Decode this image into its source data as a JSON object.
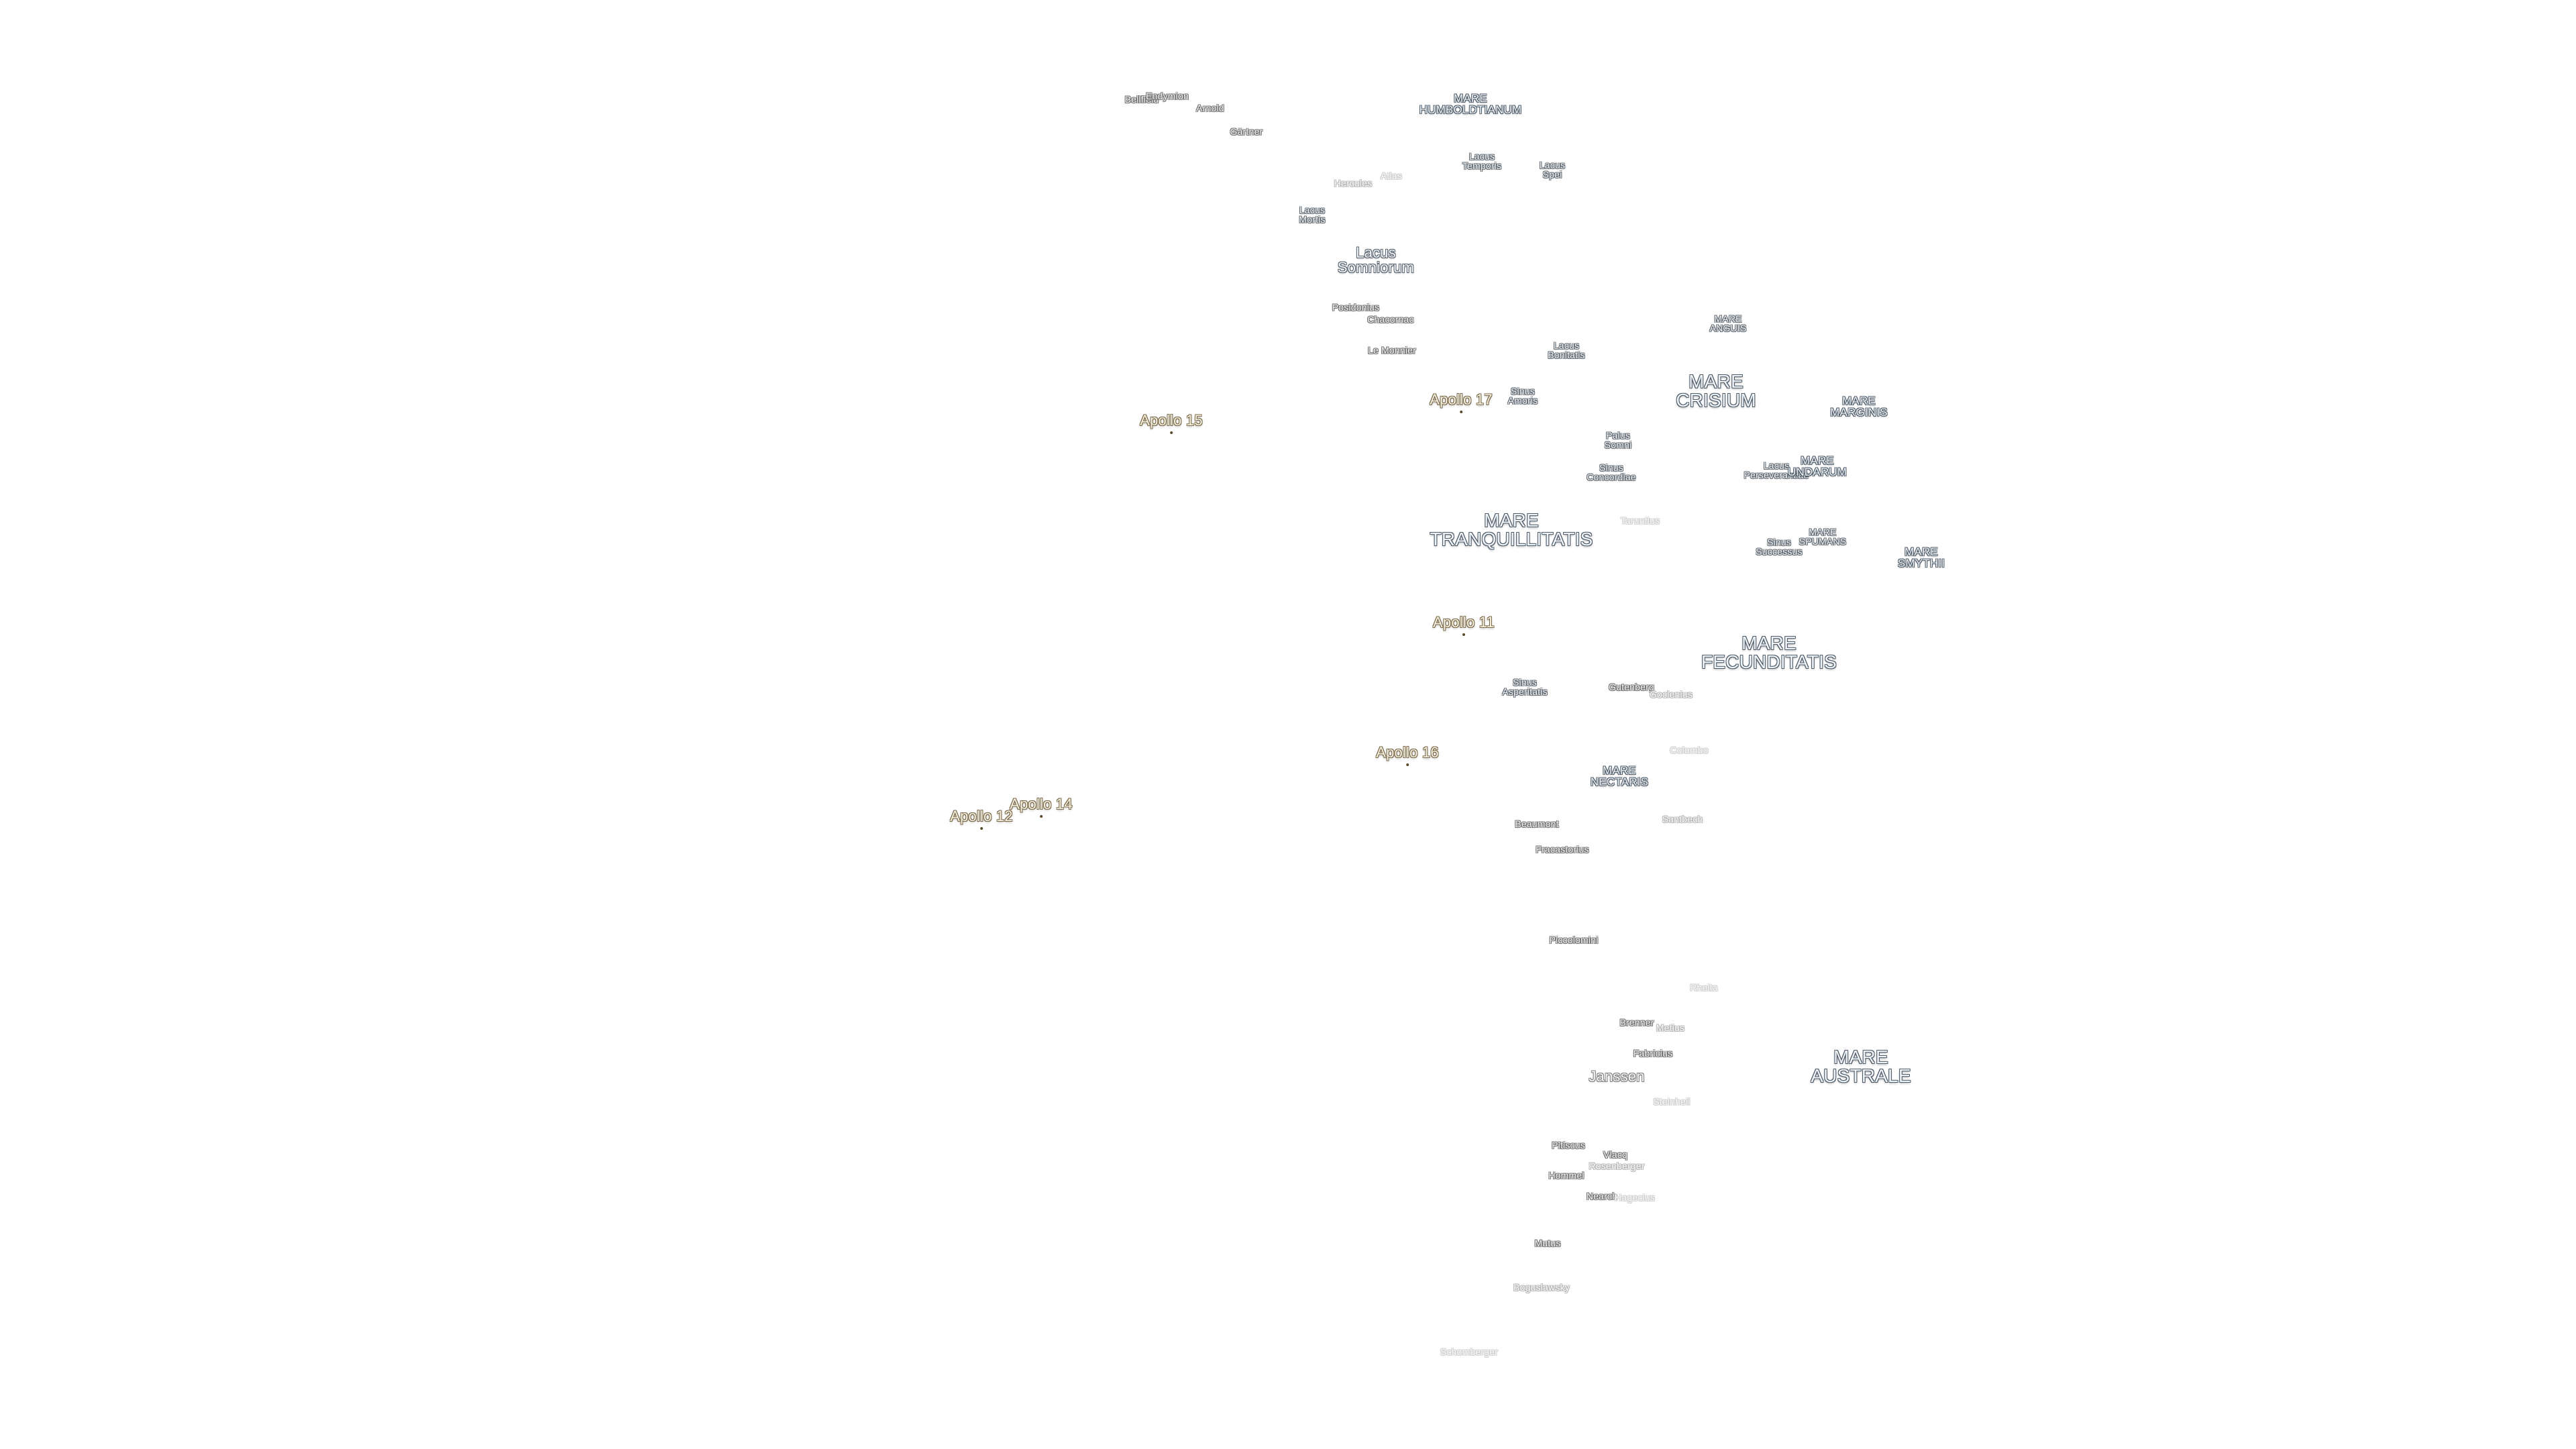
{
  "map": {
    "labels": {
      "mare_humboldtianum": "MARE\nHUMBOLDTIANUM",
      "bellfield": "Bellfield",
      "endymion": "Endymion",
      "arnold": "Arnold",
      "gartner": "Gärtner",
      "lacus_temporis": "Lacus\nTemporis",
      "lacus_spei": "Lacus\nSpei",
      "hercules": "Hercules",
      "atlas": "Atlas",
      "lacus_mortis": "Lacus\nMortis",
      "lacus_somniorum": "Lacus\nSomniorum",
      "posidonius": "Posidonius",
      "chacornac": "Chacornac",
      "le_monnier": "Le Monnier",
      "mare_anguis": "MARE\nANGUIS",
      "lacus_bonitatis": "Lacus\nBonitatis",
      "mare_crisium": "MARE\nCRISIUM",
      "sinus_amoris": "Sinus\nAmoris",
      "apollo_17": "Apollo 17",
      "apollo_15": "Apollo 15",
      "mare_marginis": "MARE\nMARGINIS",
      "palus_somni": "Palus\nSomni",
      "sinus_concordiae": "Sinus\nConcordiae",
      "lacus_perseverantiae": "Lacus\nPerseverantiae",
      "mare_undarum": "MARE\nUNDARUM",
      "mare_tranquillitatis": "MARE\nTRANQUILLITATIS",
      "taruntius": "Taruntius",
      "mare_spumans": "MARE\nSPUMANS",
      "sinus_successus": "Sinus\nSuccessus",
      "mare_smythii": "MARE\nSMYTHII",
      "apollo_11": "Apollo 11",
      "mare_fecunditatis": "MARE\nFECUNDITATIS",
      "sinus_asperitatis": "Sinus\nAsperitatis",
      "gutenberg": "Gutenberg",
      "goclenius": "Goclenius",
      "apollo_16": "Apollo 16",
      "colombo": "Colombo",
      "mare_nectaris": "MARE\nNECTARIS",
      "apollo_14": "Apollo 14",
      "apollo_12": "Apollo 12",
      "beaumont": "Beaumont",
      "santbech": "Santbech",
      "fracastorius": "Fracastorius",
      "piccolomini": "Piccolomini",
      "rheita": "Rheita",
      "brenner": "Brenner",
      "metius": "Metius",
      "fabricius": "Fabricius",
      "janssen": "Janssen",
      "mare_australe": "MARE\nAUSTRALE",
      "steinheil": "Steinheil",
      "pitiscus": "Pitiscus",
      "vlacq": "Vlacq",
      "rosenberger": "Rosenberger",
      "hommel": "Hommel",
      "nearch": "Nearch",
      "hagecius": "Hagecius",
      "mutus": "Mutus",
      "boguslawsky": "Boguslawsky",
      "schomberger": "Schomberger"
    }
  }
}
